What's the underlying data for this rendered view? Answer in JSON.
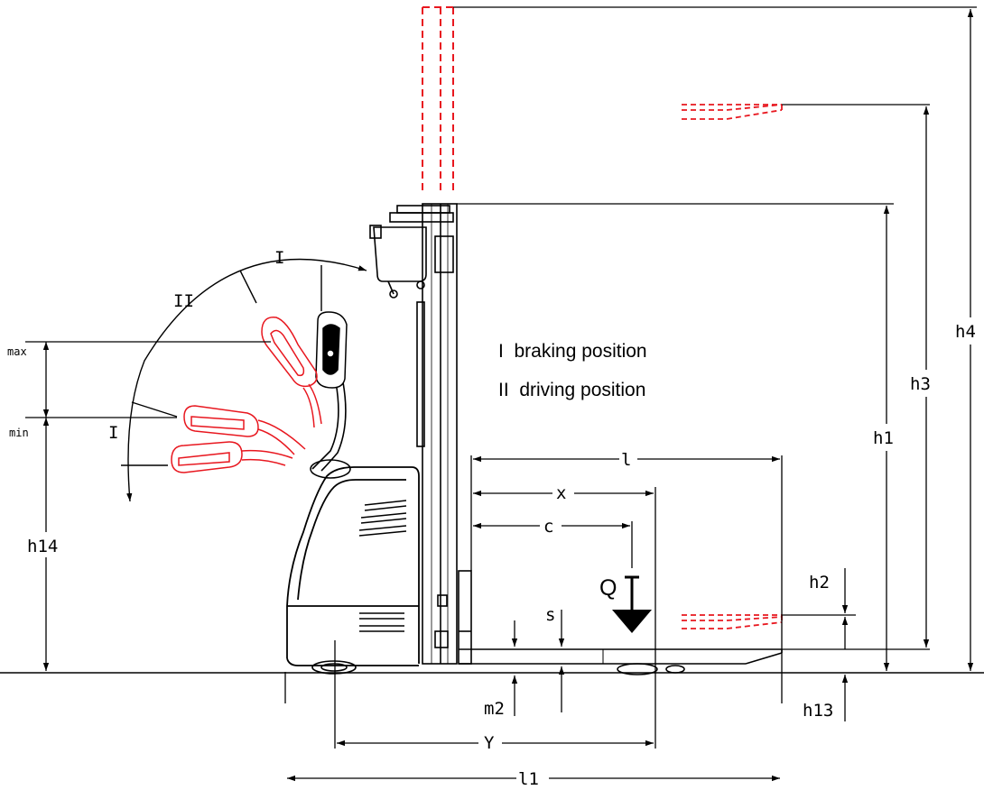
{
  "legend": {
    "braking": "I  braking position",
    "driving": "II  driving position"
  },
  "dimensions": {
    "h1": "h1",
    "h2": "h2",
    "h3": "h3",
    "h4": "h4",
    "h13": "h13",
    "h14": "h14",
    "l": "l",
    "l1": "l1",
    "x": "x",
    "c": "c",
    "Y": "Y",
    "s": "s",
    "m2": "m2",
    "Q": "Q"
  },
  "tiller_labels": {
    "max": "max",
    "min": "min",
    "zone_I_upper": "I",
    "zone_II": "II",
    "zone_I_lower": "I"
  },
  "colors": {
    "lines": "#000000",
    "raised_position": "#e8171f"
  }
}
